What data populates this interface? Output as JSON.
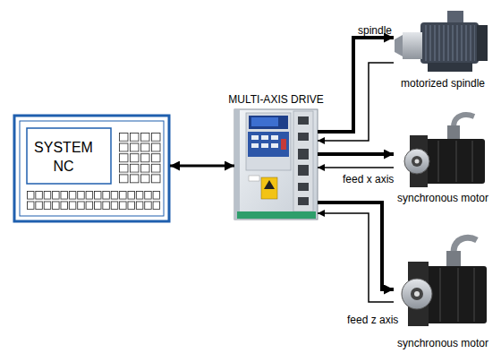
{
  "diagram": {
    "nodes": [
      {
        "text": [
          "SYSTEM NC"
        ]
      },
      {
        "text": [
          "MULTI-AXIS DRIVE"
        ]
      },
      {
        "text": [
          "motorized spindle"
        ]
      },
      {
        "text": [
          "synchronous motor"
        ]
      },
      {
        "text": [
          "synchronous motor"
        ]
      }
    ],
    "edges": [
      {
        "from": 0,
        "to": 1,
        "arrow": "both"
      },
      {
        "from": 1,
        "to": 2,
        "label": "spindle",
        "arrow": "to"
      },
      {
        "from": 2,
        "to": 1,
        "arrow": "to"
      },
      {
        "from": 1,
        "to": 3,
        "label": "feed x axis",
        "arrow": "to"
      },
      {
        "from": 3,
        "to": 1,
        "arrow": "to"
      },
      {
        "from": 1,
        "to": 4,
        "label": "feed z axis",
        "arrow": "to"
      },
      {
        "from": 4,
        "to": 1,
        "arrow": "to"
      }
    ]
  }
}
